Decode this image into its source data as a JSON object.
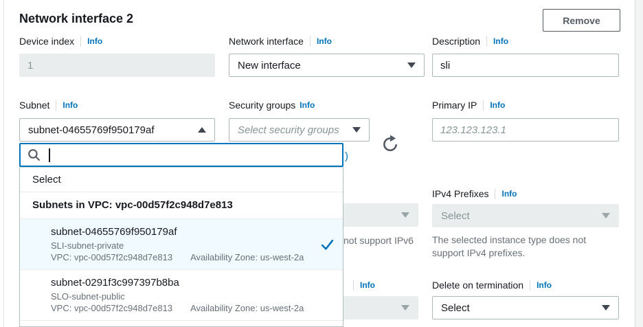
{
  "colors": {
    "accent_blue": "#0073bb",
    "text_dark": "#16191f",
    "text_secondary": "#687078",
    "disabled_bg": "#eaeded",
    "disabled_text": "#879596",
    "input_border": "#aab7b8",
    "button_border": "#545b64",
    "selected_row_bg": "#f1faff",
    "focus_border": "#0073bb"
  },
  "icons": {
    "search": "magnifier-icon",
    "refresh": "refresh-icon",
    "check": "checkmark-icon",
    "subnet_collapse": "triangle-up-icon",
    "dropdown_expand": "triangle-down-icon"
  },
  "header": {
    "title": "Network interface 2",
    "remove_label": "Remove"
  },
  "fields": {
    "device_index": {
      "label": "Device index",
      "info": "Info",
      "value": "1"
    },
    "network_interface": {
      "label": "Network interface",
      "info": "Info",
      "value": "New interface"
    },
    "description": {
      "label": "Description",
      "info": "Info",
      "value": "sli"
    },
    "subnet": {
      "label": "Subnet",
      "info": "Info",
      "value": "subnet-04655769f950179af"
    },
    "security_groups": {
      "label": "Security groups",
      "info": "Info",
      "placeholder": "Select security groups"
    },
    "primary_ip": {
      "label": "Primary IP",
      "info": "Info",
      "placeholder": "123.123.123.1"
    },
    "ipv4_prefixes": {
      "label": "IPv4 Prefixes",
      "info": "Info",
      "value": "Select",
      "helper": "The selected instance type does not support IPv4 prefixes."
    },
    "delete_on_termination": {
      "label": "Delete on termination",
      "info": "Info",
      "value": "Select"
    }
  },
  "obscured": {
    "link_fragment": ")",
    "ipv6_helper_fragment": "not support IPv6",
    "info_fragment": "Info"
  },
  "subnet_dropdown": {
    "search_value": "",
    "plain_option": "Select",
    "group_header": "Subnets in VPC: vpc-00d57f2c948d7e813",
    "items": [
      {
        "id": "subnet-04655769f950179af",
        "name": "SLI-subnet-private",
        "vpc": "VPC: vpc-00d57f2c948d7e813",
        "az": "Availability Zone: us-west-2a",
        "selected": true
      },
      {
        "id": "subnet-0291f3c997397b8ba",
        "name": "SLO-subnet-public",
        "vpc": "VPC: vpc-00d57f2c948d7e813",
        "az": "Availability Zone: us-west-2a",
        "selected": false
      }
    ]
  }
}
